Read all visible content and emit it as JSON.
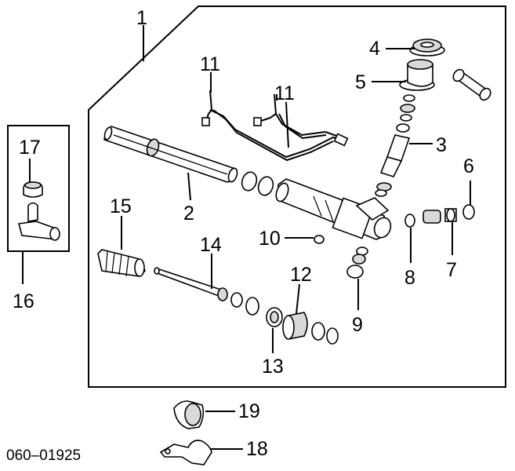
{
  "diagram": {
    "code": "060‒01925",
    "labels": {
      "l1": "1",
      "l2": "2",
      "l3": "3",
      "l4": "4",
      "l5": "5",
      "l6": "6",
      "l7": "7",
      "l8": "8",
      "l9": "9",
      "l10": "10",
      "l11a": "11",
      "l11b": "11",
      "l12": "12",
      "l13": "13",
      "l14": "14",
      "l15": "15",
      "l16": "16",
      "l17": "17",
      "l18": "18",
      "l19": "19"
    }
  }
}
